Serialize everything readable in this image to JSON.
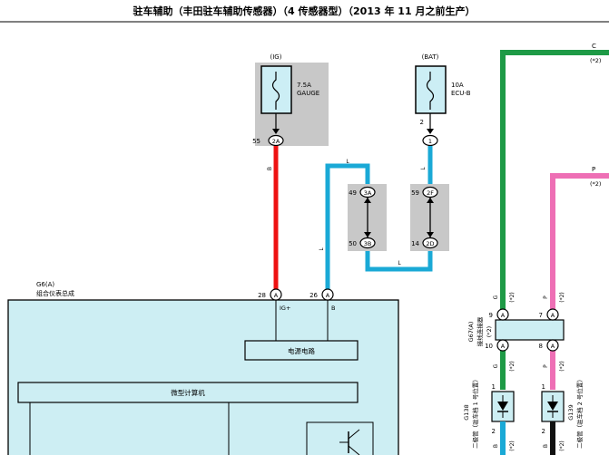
{
  "title": "驻车辅助（丰田驻车辅助传感器）（4 传感器型）（2013 年 11 月之前生产）",
  "fuses": [
    {
      "circuit": "(IG)",
      "rating": "7.5A",
      "name": "GAUGE",
      "pin": "2A",
      "pin_num": "55"
    },
    {
      "circuit": "(BAT)",
      "rating": "10A",
      "name": "ECU-B",
      "pin": "1",
      "pin_num": "2"
    }
  ],
  "wire_colors": {
    "B": "B",
    "L": "L",
    "G": "G",
    "P": "P"
  },
  "top_right": {
    "c_label": "C",
    "c_note": "(*2)",
    "p_label": "P",
    "p_note": "(*2)"
  },
  "junction_left": {
    "top_pin": "3A",
    "top_num": "49",
    "bottom_pin": "3B",
    "bottom_num": "50"
  },
  "junction_right": {
    "top_pin": "2F",
    "top_num": "59",
    "bottom_pin": "2D",
    "bottom_num": "14"
  },
  "meter": {
    "code": "G6(A)",
    "name": "组合仪表总成",
    "pin_a_num": "28",
    "pin_a_label": "IG+",
    "pin_b_num": "26",
    "pin_b_label": "B",
    "pin_letter": "A",
    "power_circuit": "电源电路",
    "mcu": "微型计算机"
  },
  "connector_g67": {
    "code": "G67(A)",
    "name": "接线连接器",
    "note": "(*2)",
    "pins": {
      "tl": "9",
      "tr": "7",
      "bl": "10",
      "br": "8",
      "letter": "A"
    }
  },
  "diodes": [
    {
      "code": "G138",
      "name": "二极管（驻车档 1 号位置）",
      "top_pin": "1",
      "bottom_pin": "2",
      "wire_top": "G",
      "wire_bottom": "B"
    },
    {
      "code": "G139",
      "name": "二极管（驻车档 2 号位置）",
      "top_pin": "1",
      "bottom_pin": "2",
      "wire_top": "P",
      "wire_bottom": "B"
    }
  ],
  "notes": {
    "n2": "(*2)"
  },
  "colors": {
    "red": "#ee1111",
    "blue": "#1aa9d6",
    "green": "#1e9a46",
    "pink": "#ee6fb5",
    "black": "#111111",
    "ecu_fill": "#cdeef3",
    "fuse_fill": "#cceef5",
    "gray": "#c8c8c8"
  }
}
